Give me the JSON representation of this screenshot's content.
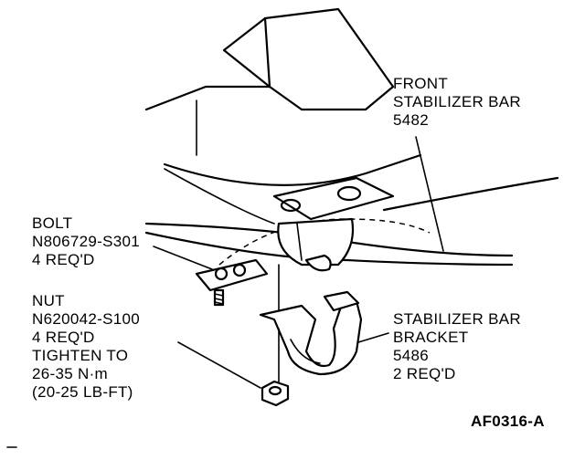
{
  "labels": {
    "front_bar": [
      "FRONT",
      "STABILIZER BAR",
      "5482"
    ],
    "bolt": [
      "BOLT",
      "N806729-S301",
      "4 REQ'D"
    ],
    "nut": [
      "NUT",
      "N620042-S100",
      "4 REQ'D",
      "TIGHTEN TO",
      "26-35 N·m",
      "(20-25 LB-FT)"
    ],
    "bracket": [
      "STABILIZER BAR",
      "BRACKET",
      "5486",
      "2 REQ'D"
    ]
  },
  "figure_id": "AF0316-A"
}
